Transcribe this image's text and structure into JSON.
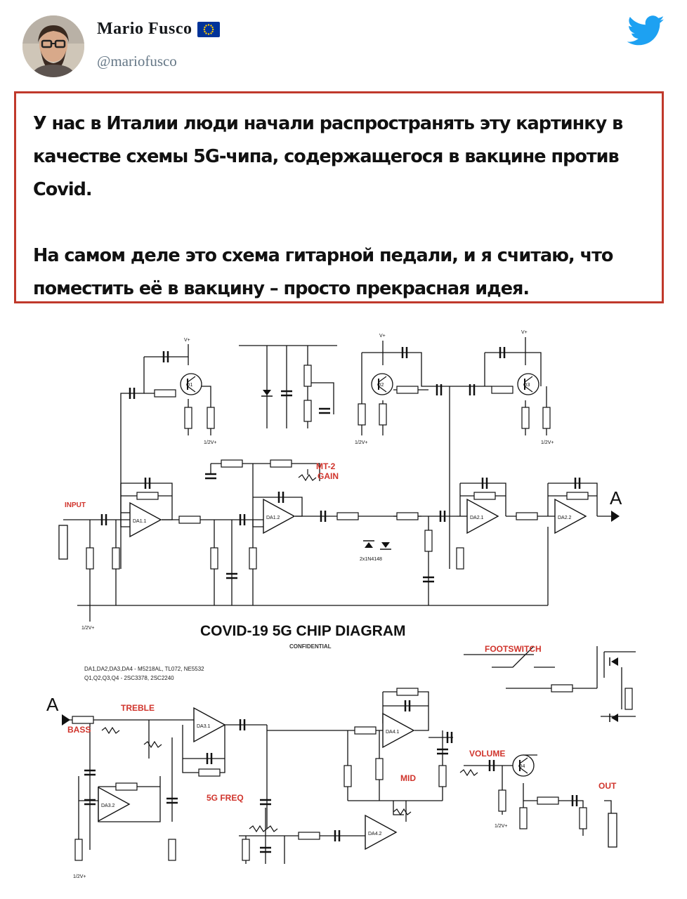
{
  "author": {
    "name": "Mario Fusco",
    "handle": "@mariofusco",
    "flag_icon": "eu-flag-icon",
    "avatar_icon": "avatar-photo"
  },
  "brand_icon": "twitter-bird-icon",
  "colors": {
    "twitter_blue": "#1da1f2",
    "box_border": "#c0392b",
    "schematic_red": "#d0342c",
    "eu_blue": "#003399",
    "eu_yellow": "#ffcc00"
  },
  "tweet": {
    "paragraph_1": "У нас в Италии люди начали распространять эту картинку в качестве схемы 5G-чипа, содержащегося в вакцине против Covid.",
    "paragraph_2": "На самом деле это схема гитарной педали, и я считаю, что поместить её в вакцину – просто прекрасная идея."
  },
  "schematic": {
    "title": "COVID-19 5G CHIP DIAGRAM",
    "subtitle": "CONFIDENTIAL",
    "parts_line_1": "DA1,DA2,DA3,DA4 - M5218AL, TL072, NE5532",
    "parts_line_2": "Q1,Q2,Q3,Q4 - 2SC3378, 2SC2240",
    "label_input": "INPUT",
    "label_mt2_1": "MT-2",
    "label_mt2_2": "GAIN",
    "label_a": "A",
    "label_footswitch": "FOOTSWITCH",
    "label_treble": "TREBLE",
    "label_bass": "BASS",
    "label_mid": "MID",
    "label_5g_freq": "5G FREQ",
    "label_volume": "VOLUME",
    "label_out": "OUT",
    "op_da1_1": "DA1.1",
    "op_da1_2": "DA1.2",
    "op_da2_1": "DA2.1",
    "op_da2_2": "DA2.2",
    "op_da3_1": "DA3.1",
    "op_da3_2": "DA3.2",
    "op_da4_1": "DA4.1",
    "op_da4_2": "DA4.2",
    "q1": "Q1",
    "q2": "Q2",
    "q3": "Q3",
    "q4": "Q4",
    "diodes": "2x1N4148",
    "vplus": "V+",
    "half_v": "1/2V+"
  }
}
